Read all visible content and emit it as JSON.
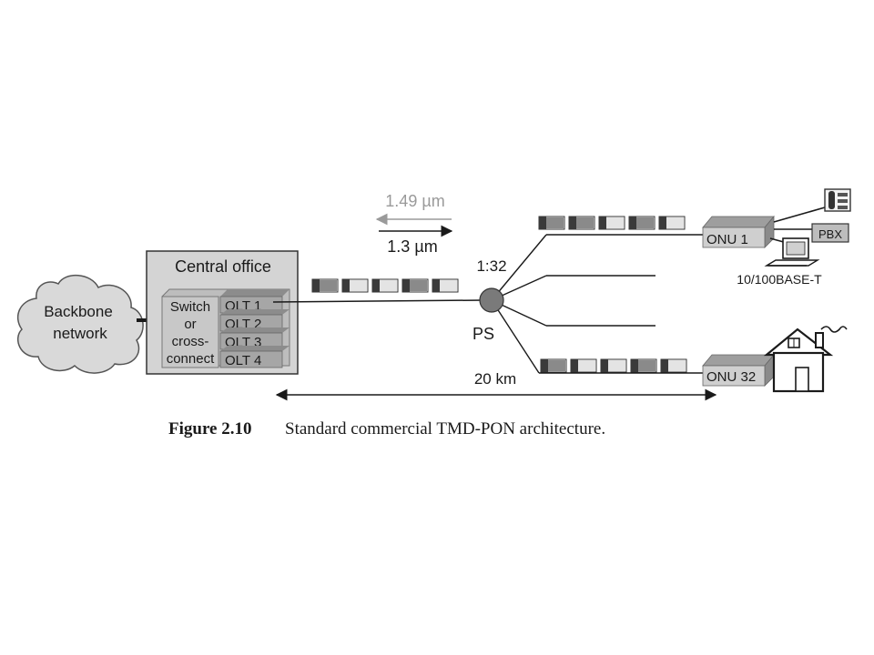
{
  "cloud": {
    "line1": "Backbone",
    "line2": "network"
  },
  "central_office": {
    "title": "Central office",
    "switch_lines": [
      "Switch",
      "or",
      "cross-",
      "connect"
    ],
    "olts": [
      "OLT 1",
      "OLT 2",
      "OLT 3",
      "OLT 4"
    ]
  },
  "wavelengths": {
    "upstream": "1.49 µm",
    "downstream": "1.3 µm"
  },
  "splitter": {
    "ratio": "1:32",
    "label": "PS"
  },
  "distance": "20 km",
  "onus": {
    "top": "ONU 1",
    "bottom": "ONU 32"
  },
  "pbx": "PBX",
  "ethernet": "10/100BASE-T",
  "caption": {
    "number": "Figure 2.10",
    "text": "Standard commercial TMD-PON architecture."
  },
  "packet_patterns": {
    "trunk": [
      "dark",
      "light",
      "light",
      "dark",
      "light"
    ],
    "upper": [
      "dark",
      "dark",
      "light",
      "dark",
      "light"
    ],
    "lower": [
      "dark",
      "light",
      "light",
      "dark",
      "light"
    ]
  }
}
